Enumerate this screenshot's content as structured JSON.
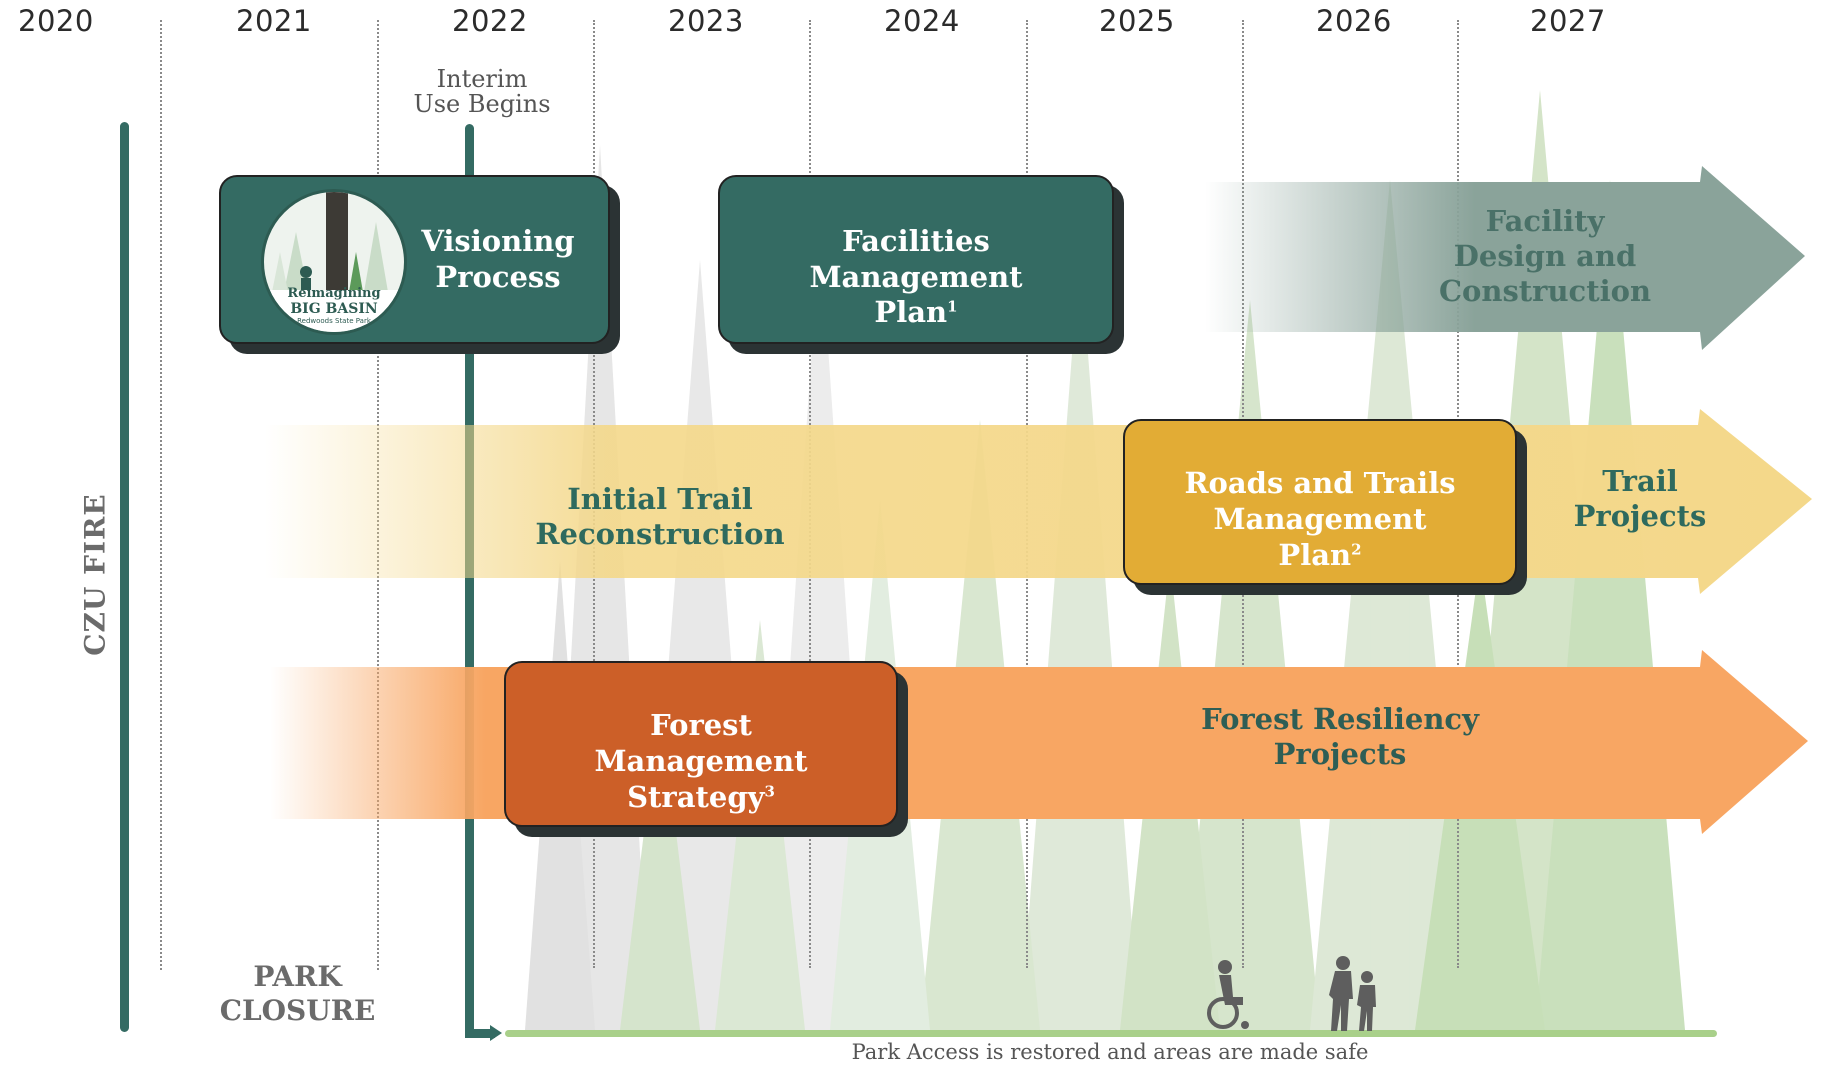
{
  "years": [
    "2020",
    "2021",
    "2022",
    "2023",
    "2024",
    "2025",
    "2026",
    "2027"
  ],
  "side_label": "CZU FIRE",
  "closure_label": "PARK\nCLOSURE",
  "interim_label": "Interim\nUse Begins",
  "footer_text": "Park Access is restored and areas are made safe",
  "logo": {
    "line1": "Reimagining",
    "line2": "BIG BASIN",
    "line3": "Redwoods State Park"
  },
  "boxes": {
    "visioning": "Visioning\nProcess",
    "facilities": "Facilities\nManagement\nPlan",
    "facilities_note": "1",
    "roads": "Roads and Trails\nManagement\nPlan",
    "roads_note": "2",
    "forest": "Forest\nManagement\nStrategy",
    "forest_note": "3"
  },
  "arrows": {
    "facility_design": "Facility\nDesign and\nConstruction",
    "trail_reconstruction": "Initial Trail Reconstruction",
    "trail_projects": "Trail\nProjects",
    "forest_resiliency": "Forest Resiliency\nProjects"
  },
  "colors": {
    "dark_teal": "#346b63",
    "gray_green": "#8aa39a",
    "yellow": "#f4d88a",
    "gold": "#e2ac35",
    "orange": "#f8a663",
    "burnt_orange": "#cc5f28"
  }
}
